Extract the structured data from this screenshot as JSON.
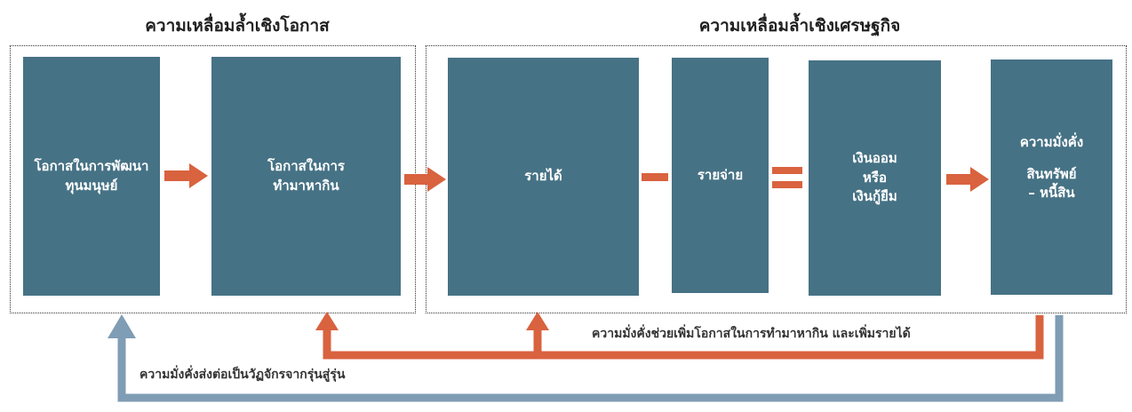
{
  "headings": {
    "opportunity": "ความเหลื่อมล้ำเชิงโอกาส",
    "economic": "ความเหลื่อมล้ำเชิงเศรษฐกิจ"
  },
  "boxes": {
    "human_development": [
      "โอกาสในการพัฒนา",
      "ทุนมนุษย์"
    ],
    "earning_opportunity": [
      "โอกาสในการ",
      "ทำมาหากิน"
    ],
    "income": [
      "รายได้"
    ],
    "expenses": [
      "รายจ่าย"
    ],
    "savings": [
      "เงินออม",
      "หรือ",
      "เงินกู้ยืม"
    ],
    "wealth_title": "ความมั่งคั่ง",
    "wealth_lines": [
      "สินทรัพย์",
      "– หนี้สิน"
    ]
  },
  "captions": {
    "feedback_orange": "ความมั่งคั่งช่วยเพิ่มโอกาสในการทำมาหากิน และเพิ่มรายได้",
    "feedback_blue": "ความมั่งคั่งส่งต่อเป็นวัฏจักรจากรุ่นสู่รุ่น"
  },
  "colors": {
    "box": "#467285",
    "arrow_orange": "#D9623F",
    "arrow_blue": "#7F9DB4"
  },
  "icons": {
    "forward_arrow": "right-arrow-icon",
    "minus": "minus-icon",
    "equals": "equals-icon"
  }
}
